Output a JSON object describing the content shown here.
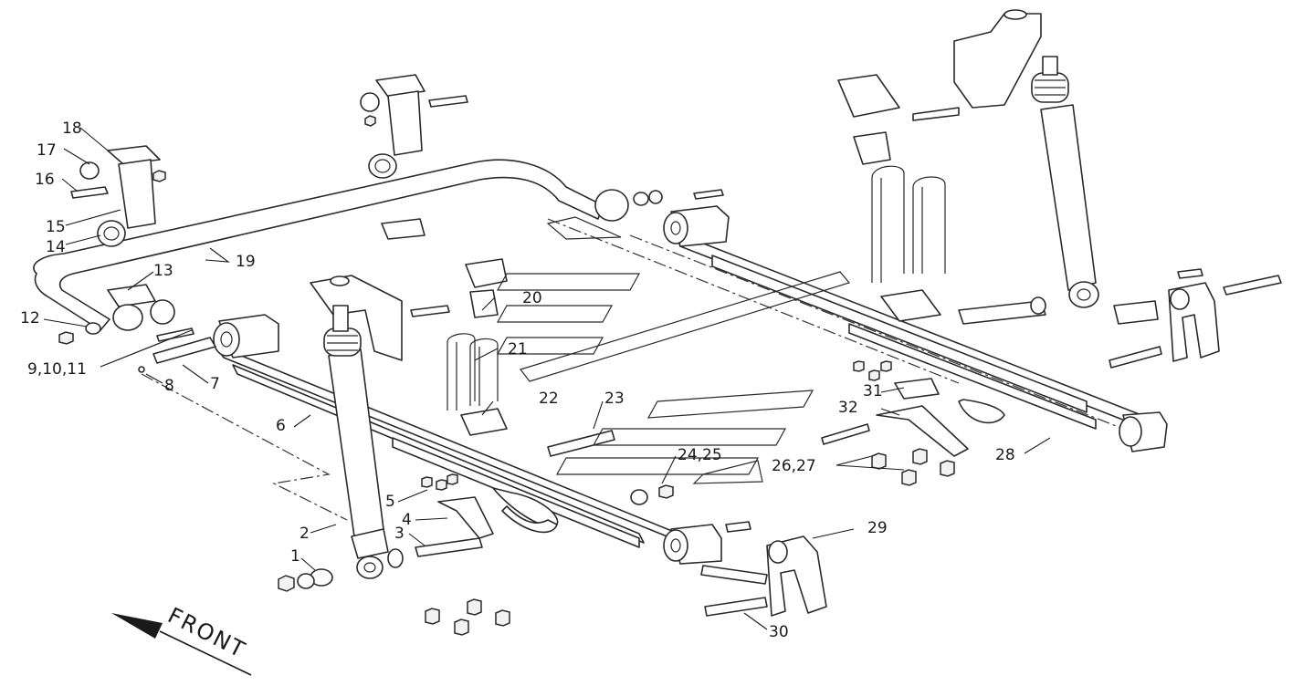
{
  "diagram": {
    "direction_label": "FRONT",
    "callouts": [
      {
        "id": "c1",
        "text": "1"
      },
      {
        "id": "c2",
        "text": "2"
      },
      {
        "id": "c3",
        "text": "3"
      },
      {
        "id": "c4",
        "text": "4"
      },
      {
        "id": "c5",
        "text": "5"
      },
      {
        "id": "c6",
        "text": "6"
      },
      {
        "id": "c7",
        "text": "7"
      },
      {
        "id": "c8",
        "text": "8"
      },
      {
        "id": "c9",
        "text": "9,10,11"
      },
      {
        "id": "c12",
        "text": "12"
      },
      {
        "id": "c13",
        "text": "13"
      },
      {
        "id": "c14",
        "text": "14"
      },
      {
        "id": "c15",
        "text": "15"
      },
      {
        "id": "c16",
        "text": "16"
      },
      {
        "id": "c17",
        "text": "17"
      },
      {
        "id": "c18",
        "text": "18"
      },
      {
        "id": "c19",
        "text": "19"
      },
      {
        "id": "c20",
        "text": "20"
      },
      {
        "id": "c21",
        "text": "21"
      },
      {
        "id": "c22",
        "text": "22"
      },
      {
        "id": "c23",
        "text": "23"
      },
      {
        "id": "c24",
        "text": "24,25"
      },
      {
        "id": "c26",
        "text": "26,27"
      },
      {
        "id": "c28",
        "text": "28"
      },
      {
        "id": "c29",
        "text": "29"
      },
      {
        "id": "c30",
        "text": "30"
      },
      {
        "id": "c31",
        "text": "31"
      },
      {
        "id": "c32",
        "text": "32"
      }
    ]
  }
}
